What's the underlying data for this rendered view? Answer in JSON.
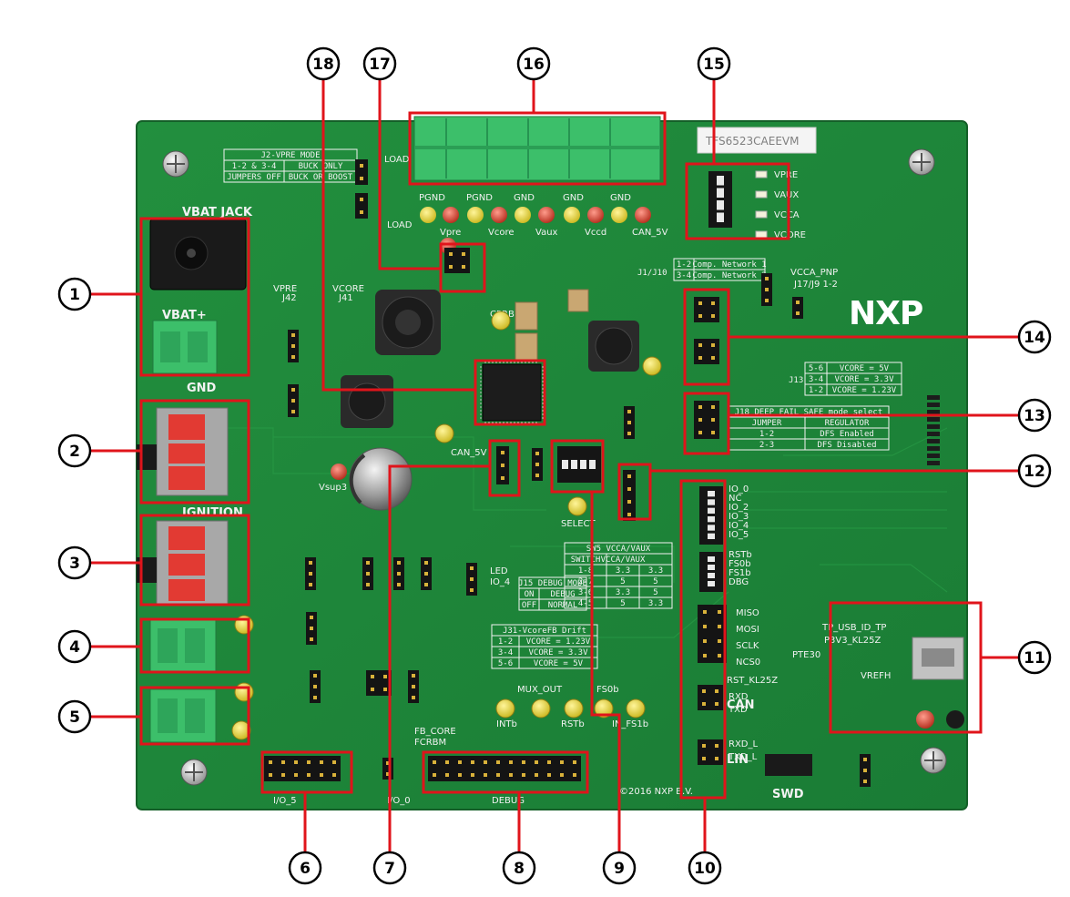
{
  "board": {
    "logo": "NXP",
    "eval_label": "TFS6523CAEEVM",
    "copyright": "©2016 NXP B.V."
  },
  "silkscreen": {
    "vbat_jack": "VBAT JACK",
    "vbat_plus": "VBAT+",
    "gnd": "GND",
    "ignition": "IGNITION",
    "vpre": "VPRE",
    "vcore": "VCORE",
    "load": "LOAD",
    "j42": "J42",
    "j41": "J41",
    "cprbm": "CPRBM",
    "can_5v": "CAN_5V",
    "vsup3": "Vsup3",
    "select": "SELECT",
    "mux_out": "MUX_OUT",
    "fs0b": "FS0b",
    "intb": "INTb",
    "rstb": "RSTb",
    "in_fs1b": "IN_FS1b",
    "io_0": "I/O_0",
    "io_5": "I/O_5",
    "debug": "DEBUG",
    "swd": "SWD",
    "can": "CAN",
    "lin": "LIN",
    "vcca_pnp": "VCCA_PNP",
    "j17_j19": "J17/J9 1-2",
    "miso": "MISO",
    "mosi": "MOSI",
    "sclk": "SCLK",
    "ncs0": "NCS0",
    "rst_kl25z": "RST_KL25Z",
    "rxd": "RXD",
    "txd": "TXD",
    "rxd_l": "RXD_L",
    "txd_l": "TXD_L",
    "usb_id": "TP_USB_ID_TP",
    "vrefh": "VREFH",
    "pte30": "PTE30",
    "p3v3": "P3V3_KL25Z",
    "fb_core": "FB_CORE",
    "fcrbm": "FCRBM",
    "led": "LED",
    "io_4": "IO_4",
    "io_list": [
      "IO_0",
      "NC",
      "IO_2",
      "IO_3",
      "IO_4",
      "IO_5"
    ],
    "dbg_list": [
      "RSTb",
      "FS0b",
      "FS1b",
      "DBG"
    ],
    "led_list": [
      "VPRE",
      "VAUX",
      "VCCA",
      "VCORE"
    ],
    "tp_labels": [
      "PGND",
      "PGND",
      "GND",
      "GND",
      "GND"
    ],
    "tp_bottom": [
      "Vpre",
      "Vcore",
      "Vaux",
      "Vccd",
      "CAN_5V"
    ]
  },
  "tables": {
    "j2": {
      "title": "J2-VPRE MODE",
      "rows": [
        [
          "1-2 & 3-4",
          "BUCK ONLY"
        ],
        [
          "JUMPERS OFF",
          "BUCK OR BOOST"
        ]
      ]
    },
    "j1j10": {
      "rows": [
        [
          "1-2",
          "Comp. Network 1"
        ],
        [
          "3-4",
          "Comp. Network 2"
        ]
      ],
      "label": "J1/J10"
    },
    "j13": {
      "label": "J13",
      "rows": [
        [
          "5-6",
          "VCORE = 5V"
        ],
        [
          "3-4",
          "VCORE = 3.3V"
        ],
        [
          "1-2",
          "VCORE = 1.23V"
        ]
      ]
    },
    "j18": {
      "title": "J18 DEEP FAIL SAFE mode select",
      "header": [
        "JUMPER",
        "REGULATOR"
      ],
      "rows": [
        [
          "1-2",
          "DFS Enabled"
        ],
        [
          "2-3",
          "DFS Disabled"
        ]
      ]
    },
    "sw5": {
      "title": "SW5 VCCA/VAUX",
      "header": [
        "SWITCH",
        "VCCA/VAUX"
      ],
      "rows": [
        [
          "1-8",
          "3.3",
          "3.3"
        ],
        [
          "2-7",
          "5",
          "5"
        ],
        [
          "3-6",
          "3.3",
          "5"
        ],
        [
          "4-5",
          "5",
          "3.3"
        ]
      ]
    },
    "j15": {
      "title": "J15 DEBUG MODE",
      "rows": [
        [
          "ON",
          "DEBUG"
        ],
        [
          "OFF",
          "NORMAL"
        ]
      ]
    },
    "j31": {
      "title": "J31-VcoreFB Drift",
      "rows": [
        [
          "1-2",
          "VCORE = 1.23V"
        ],
        [
          "3-4",
          "VCORE = 3.3V"
        ],
        [
          "5-6",
          "VCORE = 5V"
        ]
      ]
    }
  },
  "callouts": [
    {
      "n": "1"
    },
    {
      "n": "2"
    },
    {
      "n": "3"
    },
    {
      "n": "4"
    },
    {
      "n": "5"
    },
    {
      "n": "6"
    },
    {
      "n": "7"
    },
    {
      "n": "8"
    },
    {
      "n": "9"
    },
    {
      "n": "10"
    },
    {
      "n": "11"
    },
    {
      "n": "12"
    },
    {
      "n": "13"
    },
    {
      "n": "14"
    },
    {
      "n": "15"
    },
    {
      "n": "16"
    },
    {
      "n": "17"
    },
    {
      "n": "18"
    }
  ],
  "colors": {
    "pcb": "#1f8a3a",
    "pcb_dark": "#176d2d",
    "callout_red": "#e0141b",
    "terminal_green": "#3cbf6a",
    "switch_red": "#e23a33"
  }
}
